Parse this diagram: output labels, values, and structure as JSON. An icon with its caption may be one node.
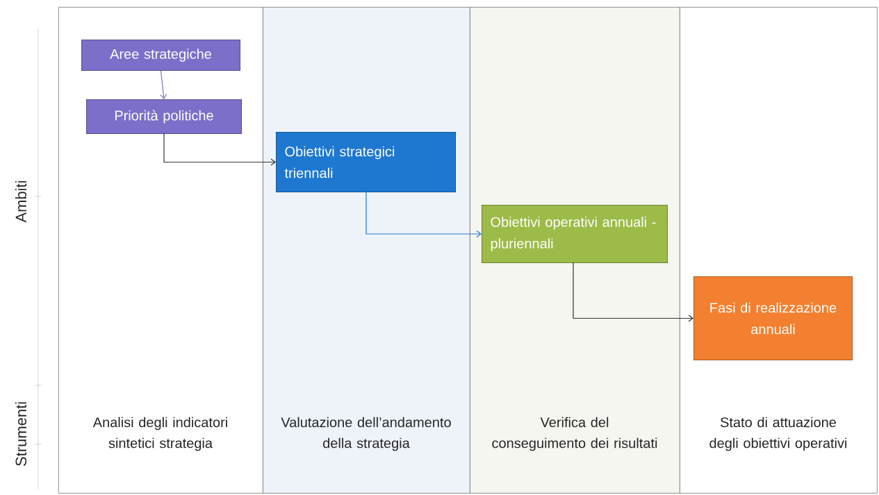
{
  "diagram": {
    "nodes": [
      {
        "text": [
          "Analisi degli indicatori sintetici strategia"
        ]
      },
      {
        "text": [
          "Aree strategiche"
        ],
        "in": 0
      },
      {
        "text": [
          "Priorità politiche"
        ],
        "in": 0
      },
      {
        "text": [
          "Valutazione dell’andamento della strategia"
        ]
      },
      {
        "text": [
          "Obiettivi strategici triennali"
        ],
        "in": 3
      },
      {
        "text": [
          "Verifica del conseguimento dei risultati"
        ]
      },
      {
        "text": [
          "Obiettivi operativi annuali - pluriennali"
        ],
        "in": 5
      },
      {
        "text": [
          "Stato di attuazione degli obiettivi operativi"
        ]
      },
      {
        "text": [
          "Fasi di realizzazione annuali"
        ],
        "in": 7
      }
    ],
    "edges": [
      {
        "from": 1,
        "to": 2,
        "arrow": "to",
        "color": "#7b6fc9"
      },
      {
        "from": 2,
        "to": 4,
        "arrow": "to"
      },
      {
        "from": 4,
        "to": 6,
        "arrow": "to",
        "color": "#1e78d0"
      },
      {
        "from": 6,
        "to": 8,
        "arrow": "to"
      }
    ],
    "labels": [
      "Ambiti",
      "Strumenti"
    ]
  }
}
